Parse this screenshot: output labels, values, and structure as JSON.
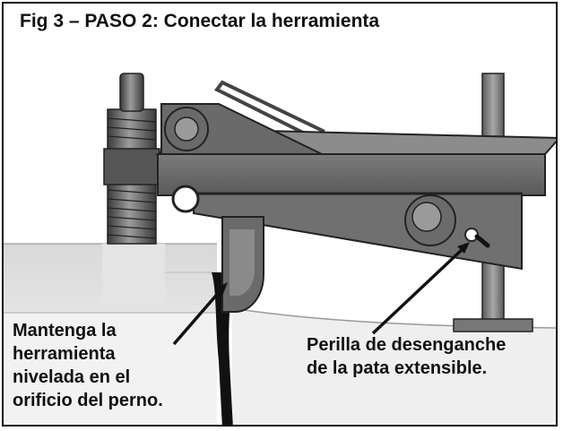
{
  "figure": {
    "title": "Fig 3 – PASO 2: Conectar la herramienta"
  },
  "callouts": {
    "left": {
      "lines": [
        "Mantenga la",
        "herramienta",
        "nivelada en el",
        "orificio del perno."
      ]
    },
    "right": {
      "lines": [
        "Perilla de desenganche",
        "de la pata extensible."
      ]
    }
  },
  "colors": {
    "tool_body": "#6b6b6b",
    "tool_highlight": "#9a9a9a",
    "bolt": "#5c5c5c",
    "surface": "#ececec",
    "outline": "#111111"
  }
}
